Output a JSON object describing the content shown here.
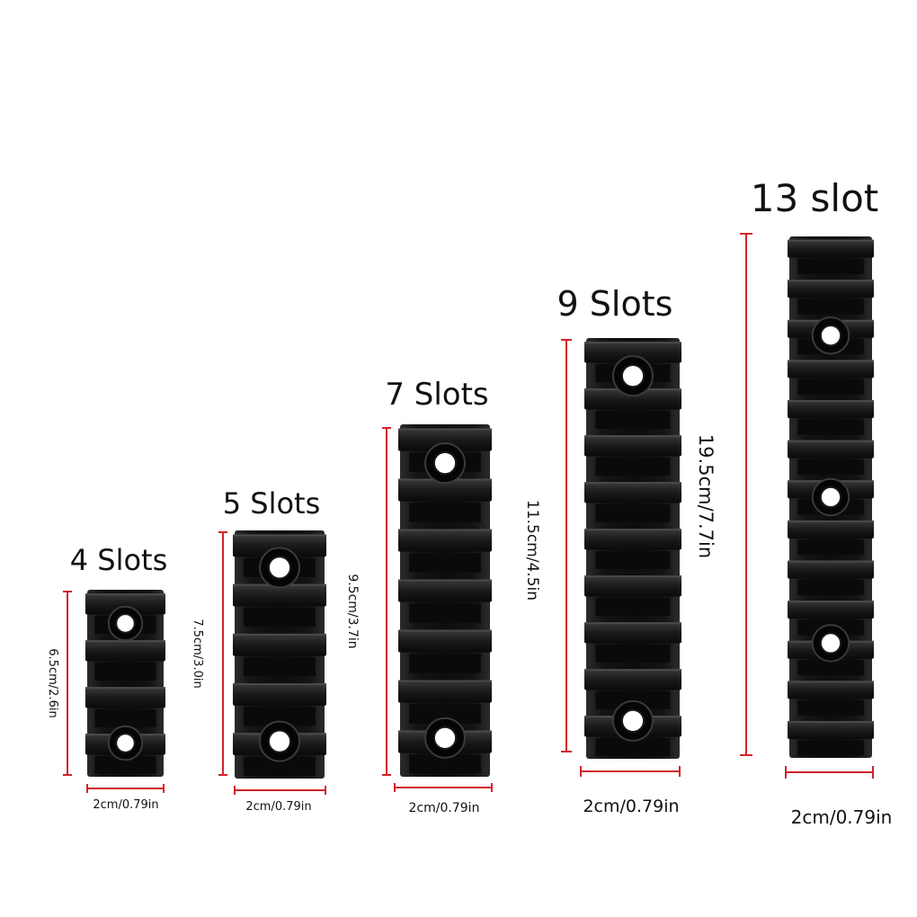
{
  "colors": {
    "ruler": "#d2232a",
    "rail": "#111111",
    "background": "#ffffff"
  },
  "rails": [
    {
      "id": "4",
      "title": "4 Slots",
      "slots": 4,
      "length_label": "6.5cm/2.6in",
      "width_label": "2cm/0.79in",
      "holes": 2
    },
    {
      "id": "5",
      "title": "5 Slots",
      "slots": 5,
      "length_label": "7.5cm/3.0in",
      "width_label": "2cm/0.79in",
      "holes": 2
    },
    {
      "id": "7",
      "title": "7 Slots",
      "slots": 7,
      "length_label": "9.5cm/3.7in",
      "width_label": "2cm/0.79in",
      "holes": 2
    },
    {
      "id": "9",
      "title": "9 Slots",
      "slots": 9,
      "length_label": "11.5cm/4.5in",
      "width_label": "2cm/0.79in",
      "holes": 2
    },
    {
      "id": "13",
      "title": "13 slot",
      "slots": 13,
      "length_label": "19.5cm/7.7in",
      "width_label": "2cm/0.79in",
      "holes": 3
    }
  ]
}
